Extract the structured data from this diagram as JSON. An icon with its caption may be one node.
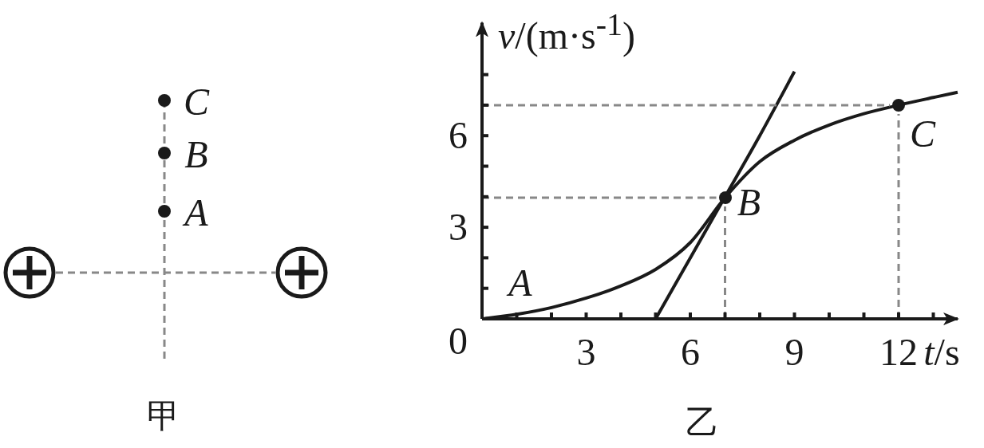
{
  "diagram": {
    "nodes": [
      {
        "text": [],
        "shape": "circle"
      },
      {
        "text": [],
        "shape": "circle"
      },
      {
        "text": [
          "C"
        ]
      },
      {
        "text": [
          "B"
        ]
      },
      {
        "text": [
          "A"
        ]
      },
      {
        "text": [
          "B"
        ]
      },
      {
        "text": [
          "C"
        ]
      }
    ],
    "edges": [
      {
        "from": 0,
        "to": 1,
        "arrow": "none",
        "style": "dashed"
      }
    ],
    "labels": [
      "甲",
      "乙"
    ],
    "chart_data": {
      "type": "line",
      "xlabel": "*t*/s",
      "ylabel": "*v*/(m·s$^{-1}$)",
      "x": [
        0,
        1,
        2,
        3,
        4,
        5,
        6,
        7,
        8,
        9,
        10,
        11,
        12,
        13,
        13.7
      ],
      "series": [
        {
          "values": [
            0,
            0.15,
            0.37,
            0.68,
            1.08,
            1.62,
            2.5,
            3.97,
            5.15,
            5.85,
            6.35,
            6.72,
            7.0,
            7.25,
            7.42
          ]
        },
        {
          "values": [
            null,
            null,
            null,
            null,
            null,
            0,
            2,
            4,
            6,
            8.1,
            null,
            null,
            null,
            null,
            null
          ]
        }
      ],
      "xlim": [
        0,
        13.7
      ],
      "ylim": [
        0,
        9.7
      ],
      "xticks": [
        3,
        6,
        9,
        12
      ],
      "yticks": [
        0,
        3,
        6
      ],
      "ref_lines": [
        {
          "axis": "y",
          "value": 3.97
        },
        {
          "axis": "x",
          "value": 7
        },
        {
          "axis": "y",
          "value": 7
        },
        {
          "axis": "x",
          "value": 12
        }
      ],
      "annotations": [
        {
          "text": "A",
          "x": 0,
          "y": 0
        }
      ]
    }
  }
}
